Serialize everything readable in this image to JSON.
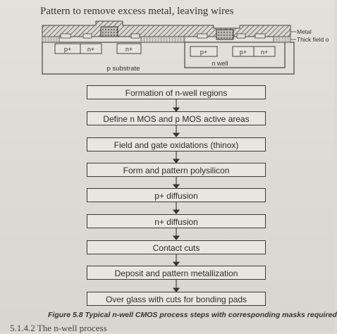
{
  "heading": "Pattern to remove excess metal, leaving wires",
  "cross_section": {
    "side_labels": [
      "Metal",
      "Thick field o"
    ],
    "diffusions": [
      "p+",
      "n+",
      "n+",
      "p+",
      "p+",
      "n+"
    ],
    "n_well_label": "n well",
    "substrate_label": "p substrate"
  },
  "flow_steps": [
    "Formation of n-well regions",
    "Define n MOS and p MOS active areas",
    "Field and gate oxidations (thinox)",
    "Form and pattern polysilicon",
    "p+ diffusion",
    "n+ diffusion",
    "Contact cuts",
    "Deposit and pattern metallization",
    "Over glass with cuts for bonding pads"
  ],
  "caption": "Figure 5.8 Typical n-well CMOS process steps with corresponding masks required",
  "footer_text": "5.1.4.2   The n-well process"
}
